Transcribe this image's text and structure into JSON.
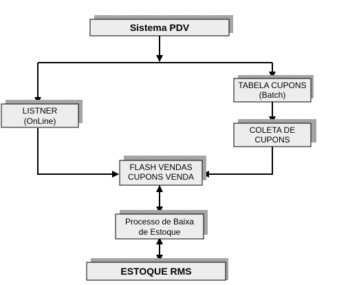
{
  "nodes": {
    "sistema_pdv": {
      "label": "Sistema PDV"
    },
    "tabela_cupons": {
      "line1": "TABELA CUPONS",
      "line2": "(Batch)"
    },
    "listner": {
      "line1": "LISTNER",
      "line2": "(OnLine)"
    },
    "coleta_cupons": {
      "line1": "COLETA DE",
      "line2": "CUPONS"
    },
    "flash_vendas": {
      "line1": "FLASH VENDAS",
      "line2": "CUPONS VENDA"
    },
    "processo_baixa": {
      "line1": "Processo de Baixa",
      "line2": "de Estoque"
    },
    "estoque_rms": {
      "label": "ESTOQUE RMS"
    }
  },
  "colors": {
    "box_fill": "#ededed",
    "box_stroke": "#000000",
    "shadow": "#555555",
    "line": "#000000"
  }
}
